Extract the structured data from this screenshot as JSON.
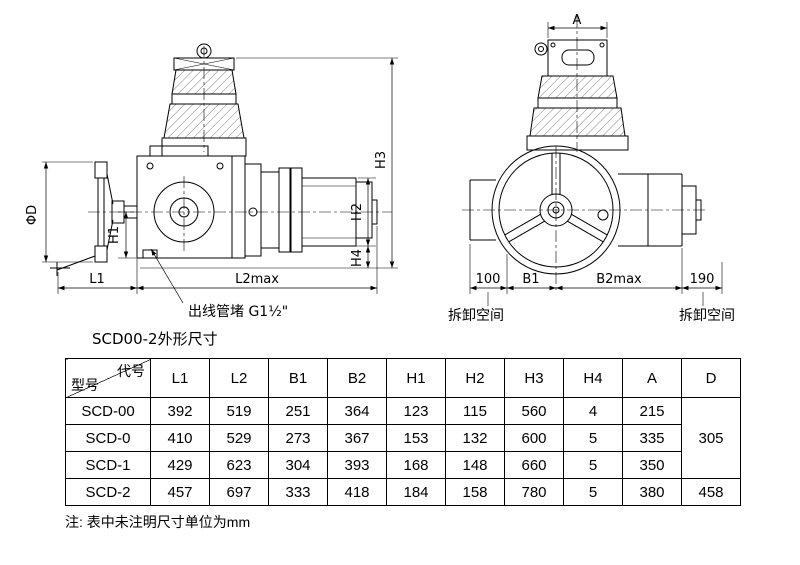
{
  "drawing": {
    "caption": "SCD00-2外形尺寸",
    "left_view": {
      "callout": "出线管堵 G1½\"",
      "dims": {
        "phi_d": "ΦD",
        "h1": "H1",
        "h2": "H2",
        "h3": "H3",
        "h4": "H4",
        "l1": "L1",
        "l2max": "L2max"
      }
    },
    "right_view": {
      "dims": {
        "a": "A",
        "left_clearance": "100",
        "b1": "B1",
        "b2max": "B2max",
        "right_clearance": "190"
      },
      "labels": {
        "space_left": "拆卸空间",
        "space_right": "拆卸空间"
      }
    }
  },
  "table": {
    "corner": {
      "top": "代号",
      "bottom": "型号"
    },
    "columns": [
      "L1",
      "L2",
      "B1",
      "B2",
      "H1",
      "H2",
      "H3",
      "H4",
      "A",
      "D"
    ],
    "rows": [
      {
        "model": "SCD-00",
        "cells": [
          "392",
          "519",
          "251",
          "364",
          "123",
          "115",
          "560",
          "4",
          "215"
        ]
      },
      {
        "model": "SCD-0",
        "cells": [
          "410",
          "529",
          "273",
          "367",
          "153",
          "132",
          "600",
          "5",
          "335"
        ]
      },
      {
        "model": "SCD-1",
        "cells": [
          "429",
          "623",
          "304",
          "393",
          "168",
          "148",
          "660",
          "5",
          "350"
        ]
      },
      {
        "model": "SCD-2",
        "cells": [
          "457",
          "697",
          "333",
          "418",
          "184",
          "158",
          "780",
          "5",
          "380"
        ]
      }
    ],
    "d_merged": "305",
    "d_scd2": "458"
  },
  "note": "注: 表中未注明尺寸单位为mm"
}
